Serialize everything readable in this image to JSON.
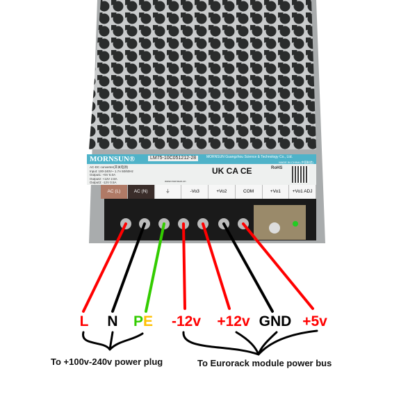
{
  "device": {
    "brand": "MORNSUN®",
    "model": "LM75-10C051212-28",
    "type": "AC-DC converter(开关电源)",
    "manufacturer": "MORNSUN Guangzhou Science & Technology Co., Ltd.",
    "website": "www.mornsun.cn",
    "made_in": "MADE IN CHINA (中国制造)",
    "specs": [
      "Input: 100-240V~ 1.7A 50/60Hz",
      "Output1: +5V 6.0A",
      "Output2: +12V 2.8A",
      "Output3: -12V 0.5A"
    ],
    "certs": "UK CA  CE",
    "rohs": "RoHS",
    "terminals": [
      "AC (L)",
      "AC (N)",
      "⏚",
      "-Vo3",
      "+Vo2",
      "COM",
      "+Vo1",
      "+Vo1 ADJ"
    ]
  },
  "wires": [
    {
      "label": "L",
      "color": "#ff0000"
    },
    {
      "label": "N",
      "color": "#000000"
    },
    {
      "label": "PE",
      "color": "#33cc00",
      "label_parts": [
        "P",
        "E"
      ],
      "part_colors": [
        "#33cc00",
        "#ffc000"
      ]
    },
    {
      "label": "-12v",
      "color": "#ff0000"
    },
    {
      "label": "+12v",
      "color": "#ff0000"
    },
    {
      "label": "GND",
      "color": "#000000"
    },
    {
      "label": "+5v",
      "color": "#ff0000"
    }
  ],
  "notes": {
    "mains": "To +100v-240v power plug",
    "eurorack": "To Eurorack module power bus"
  }
}
